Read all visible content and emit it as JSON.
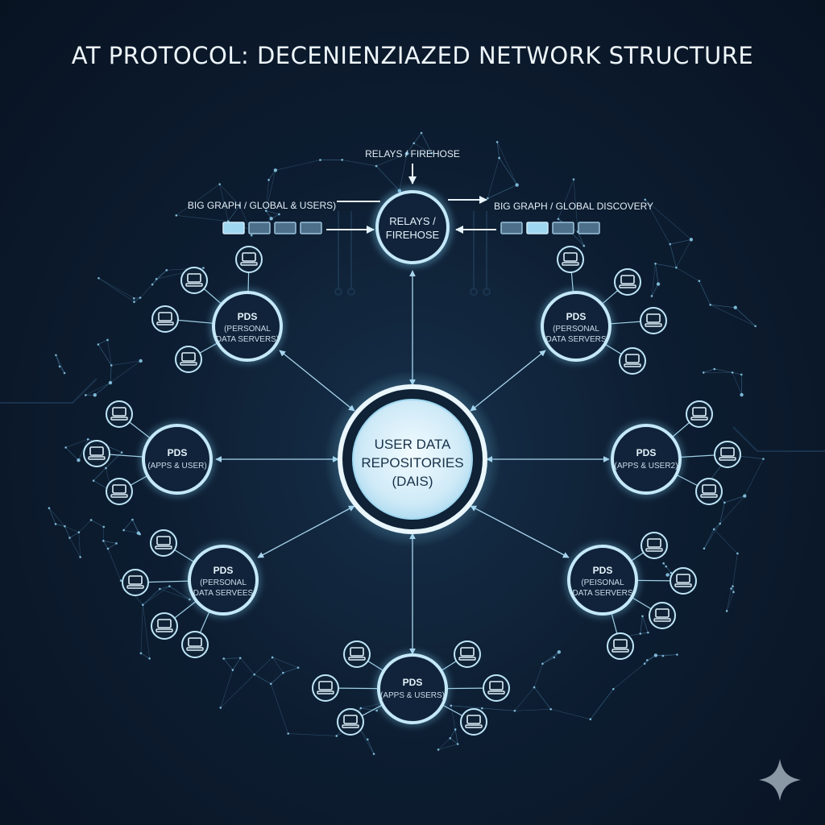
{
  "title": "AT PROTOCOL: DECENIENZIAZED NETWORK STRUCTURE",
  "relay_top_label": "RELAYS / FIREHOSE",
  "left_label": "BIG GRAPH / GLOBAL & USERS)",
  "right_label": "BIG GRAPH / GLOBAL DISCOVERY",
  "relay_node": {
    "line1": "RELAYS /",
    "line2": "FIREHOSE"
  },
  "center_node": {
    "line1": "USER DATA",
    "line2": "REPOSITORIES",
    "line3": "(DAIS)"
  },
  "pds_nodes": [
    {
      "title": "PDS",
      "sub1": "(PERSONAL",
      "sub2": "DATA SERVERS)"
    },
    {
      "title": "PDS",
      "sub1": "(PERSONAL",
      "sub2": "DATA SERVERS"
    },
    {
      "title": "PDS",
      "sub1": "(APPS & USER)",
      "sub2": ""
    },
    {
      "title": "PDS",
      "sub1": "(APPS & USER2)",
      "sub2": ""
    },
    {
      "title": "PDS",
      "sub1": "(PERSONAL",
      "sub2": "DATA SERVEES"
    },
    {
      "title": "PDS",
      "sub1": "(PEISONAL",
      "sub2": "DATA SERVERS"
    },
    {
      "title": "PDS",
      "sub1": "(APPS & USERS)",
      "sub2": ""
    }
  ],
  "colors": {
    "background": "#0d1d31",
    "node_ring": "#bfe6f7",
    "node_fill": "#10233a",
    "center_fill": "#d7eef8",
    "accent_glow": "#7fd0f2",
    "mesh": "#4f86a8"
  },
  "device_icon": "computer-device-icon",
  "logo_icon": "sparkle-icon"
}
